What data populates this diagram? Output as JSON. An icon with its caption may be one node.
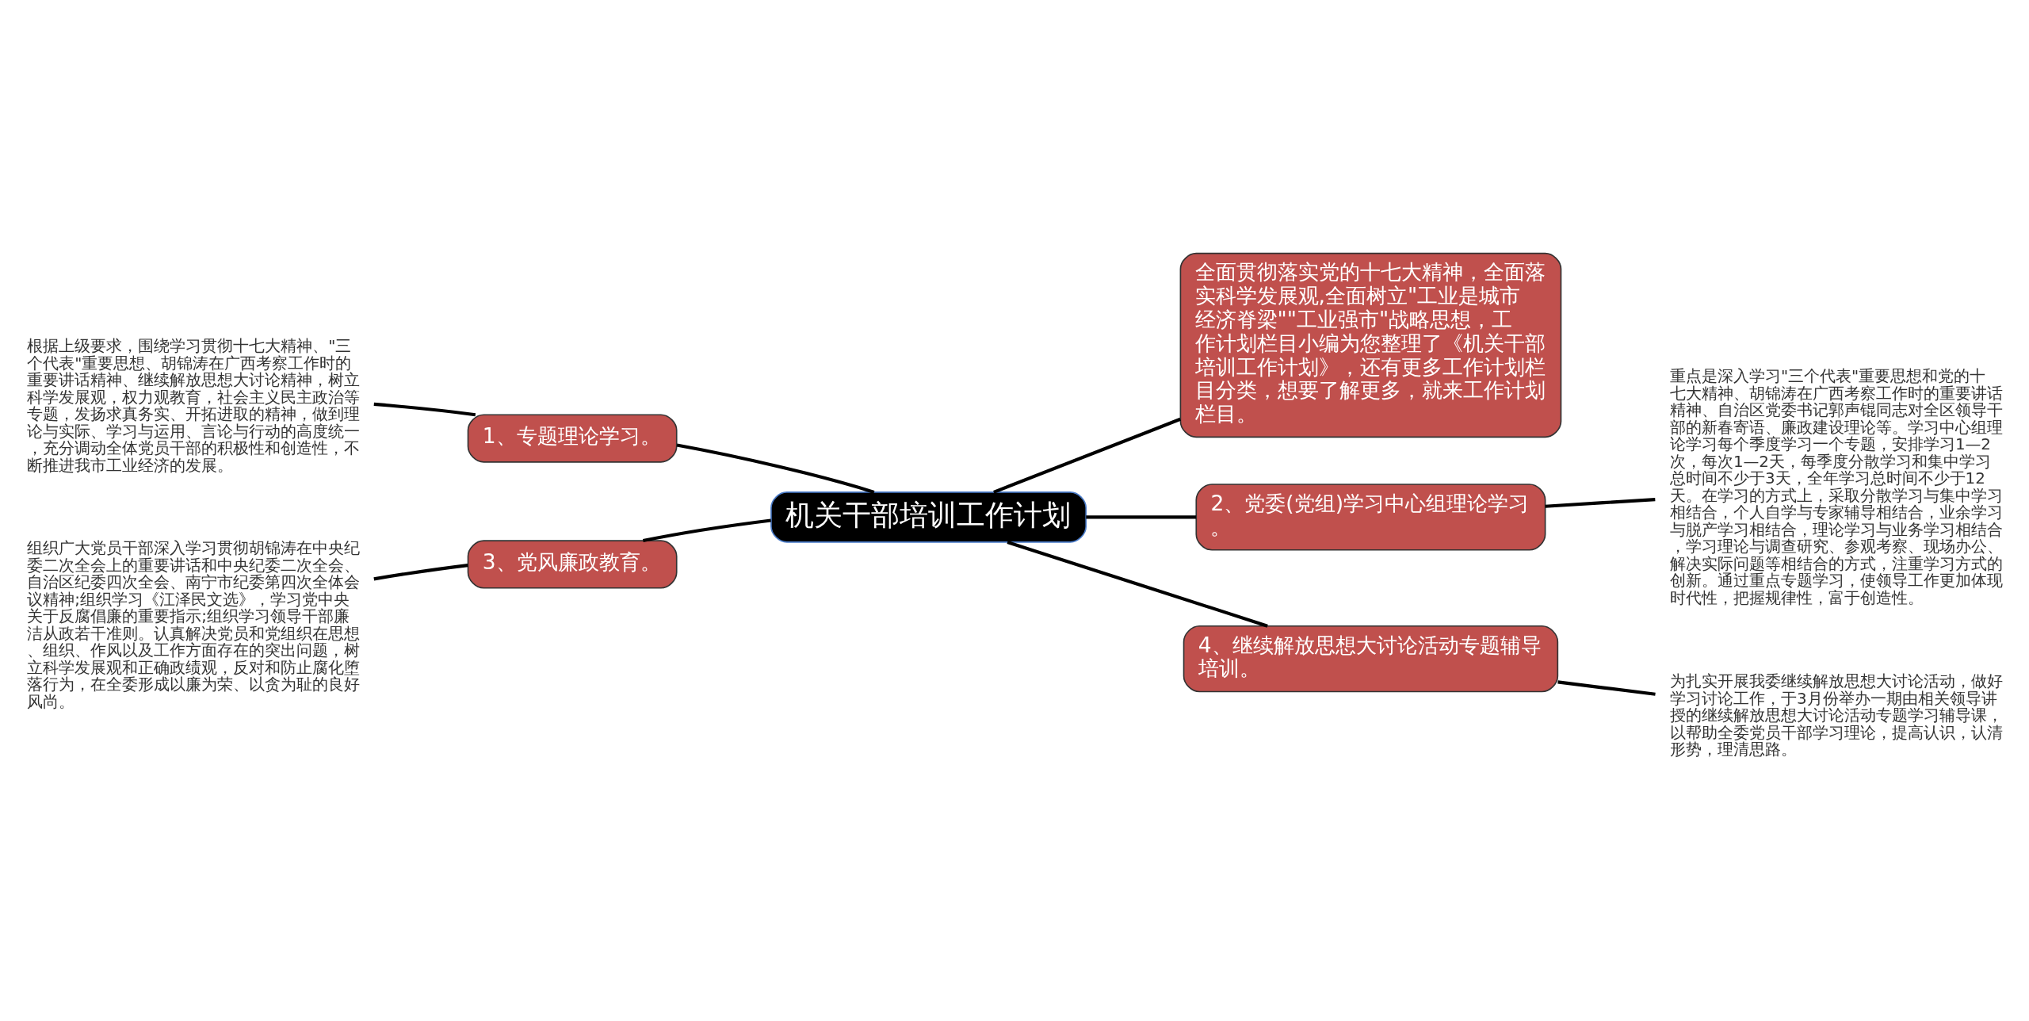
{
  "diagram": {
    "nodes": [
      {
        "text": [
          "机关干部培训工作计划"
        ]
      },
      {
        "text": [
          "全面贯彻落实党的十七大精神，全面落实科学发展观,全面树立\"工业是城市经济脊梁\"\"工业强市\"战略思想，工作计划栏目小编为您整理了《机关干部培训工作计划》，还有更多工作计划栏目分类，想要了解更多，就来工作计划栏目。"
        ]
      },
      {
        "text": [
          "1、专题理论学习。"
        ]
      },
      {
        "text": [
          "根据上级要求，围绕学习贯彻十七大精神、\"三个代表\"重要思想、胡锦涛在广西考察工作时的重要讲话精神、继续解放思想大讨论精神，树立科学发展观，权力观教育，社会主义民主政治等专题，发扬求真务实、开拓进取的精神，做到理论与实际、学习与运用、言论与行动的高度统一，充分调动全体党员干部的积极性和创造性，不断推进我市工业经济的发展。"
        ]
      },
      {
        "text": [
          "2、党委(党组)学习中心组理论学习。"
        ]
      },
      {
        "text": [
          "重点是深入学习\"三个代表\"重要思想和党的十七大精神、胡锦涛在广西考察工作时的重要讲话精神、自治区党委书记郭声锟同志对全区领导干部的新春寄语、廉政建设理论等。学习中心组理论学习每个季度学习一个专题，安排学习1—2次，每次1—2天，每季度分散学习和集中学习总时间不少于3天，全年学习总时间不少于12天。在学习的方式上，采取分散学习与集中学习相结合，个人自学与专家辅导相结合，业余学习与脱产学习相结合，理论学习与业务学习相结合，学习理论与调查研究、参观考察、现场办公、解决实际问题等相结合的方式，注重学习方式的创新。通过重点专题学习，使领导工作更加体现时代性，把握规律性，富于创造性。"
        ]
      },
      {
        "text": [
          "3、党风廉政教育。"
        ]
      },
      {
        "text": [
          "组织广大党员干部深入学习贯彻胡锦涛在中央纪委二次全会上的重要讲话和中央纪委二次全会、自治区纪委四次全会、南宁市纪委第四次全体会议精神;组织学习《江泽民文选》，学习党中央关于反腐倡廉的重要指示;组织学习领导干部廉洁从政若干准则。认真解决党员和党组织在思想、组织、作风以及工作方面存在的突出问题，树立科学发展观和正确政绩观，反对和防止腐化堕落行为，在全委形成以廉为荣、以贪为耻的良好风尚。"
        ]
      },
      {
        "text": [
          "4、继续解放思想大讨论活动专题辅导培训。"
        ]
      },
      {
        "text": [
          "为扎实开展我委继续解放思想大讨论活动，做好学习讨论工作，于3月份举办一期由相关领导讲授的继续解放思想大讨论活动专题学习辅导课，以帮助全委党员干部学习理论，提高认识，认清形势，理清思路。"
        ]
      }
    ],
    "edges": [
      {
        "from": 0,
        "to": 1,
        "arrow": "none"
      },
      {
        "from": 0,
        "to": 2,
        "arrow": "none"
      },
      {
        "from": 2,
        "to": 3,
        "arrow": "none"
      },
      {
        "from": 0,
        "to": 4,
        "arrow": "none"
      },
      {
        "from": 4,
        "to": 5,
        "arrow": "none"
      },
      {
        "from": 0,
        "to": 6,
        "arrow": "none"
      },
      {
        "from": 6,
        "to": 7,
        "arrow": "none"
      },
      {
        "from": 0,
        "to": 8,
        "arrow": "none"
      },
      {
        "from": 8,
        "to": 9,
        "arrow": "none"
      }
    ]
  }
}
